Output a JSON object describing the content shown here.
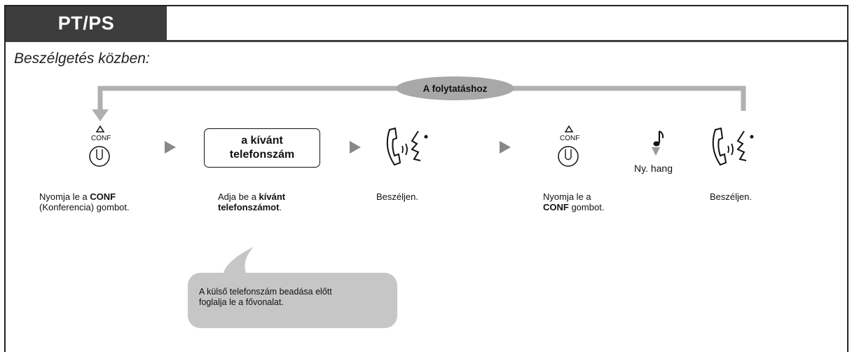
{
  "header": {
    "tab_label": "PT/PS"
  },
  "subtitle": "Beszélgetés közben:",
  "loop_label": "A folytatáshoz",
  "steps": [
    {
      "icon": "conf-button-icon",
      "icon_text": "CONF",
      "caption_pre": "Nyomja le a ",
      "caption_bold": "CONF",
      "caption_post": "(Konferencia) gombot."
    },
    {
      "icon": "number-box",
      "box_line1": "a kívánt",
      "box_line2": "telefonszám",
      "caption_pre": "Adja be a ",
      "caption_bold1": "kívánt",
      "caption_bold2": "telefonszámot",
      "caption_post": "."
    },
    {
      "icon": "talk-icon",
      "caption": "Beszéljen."
    },
    {
      "icon": "conf-button-icon",
      "icon_text": "CONF",
      "caption_pre": "Nyomja le a",
      "caption_bold": "CONF",
      "caption_post": " gombot."
    },
    {
      "icon": "music-note-icon",
      "label": "Ny. hang"
    },
    {
      "icon": "talk-icon",
      "caption": "Beszéljen."
    }
  ],
  "note": {
    "line1": "A külső telefonszám beadása előtt",
    "line2": "foglalja le a fővonalat."
  },
  "colors": {
    "tab_bg": "#3d3d3d",
    "loop_gray": "#b0b0b0",
    "pill_bg": "#a8a8a8",
    "bubble_bg": "#c6c6c6",
    "arrow_gray": "#888888"
  }
}
